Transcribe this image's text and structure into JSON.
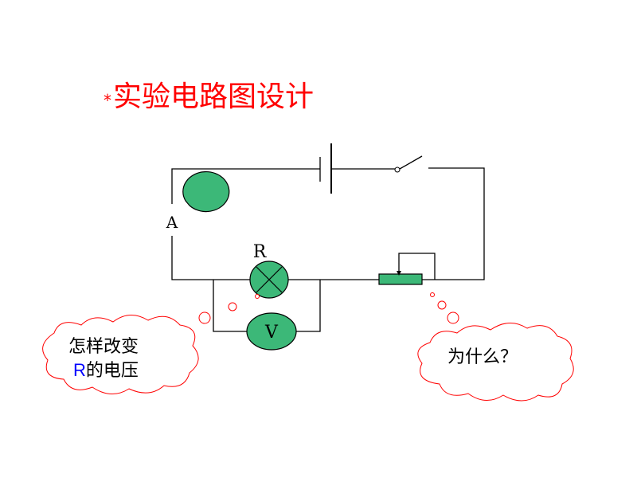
{
  "title": {
    "prefix": "*",
    "text": "实验电路图设计",
    "color": "#ff0000"
  },
  "components": {
    "ammeter": {
      "label": "A"
    },
    "voltmeter": {
      "label": "V"
    },
    "resistor": {
      "label": "R"
    },
    "meter_fill": "#3cb878",
    "rheostat_fill": "#3cb878"
  },
  "bubbles": {
    "left": {
      "line1": "怎样改变",
      "line2_prefix": "R",
      "line2_rest": "的电压",
      "prefix_color": "#0000ff",
      "outline": "#ff0000"
    },
    "right": {
      "text": "为什么？",
      "outline": "#ff0000"
    }
  }
}
